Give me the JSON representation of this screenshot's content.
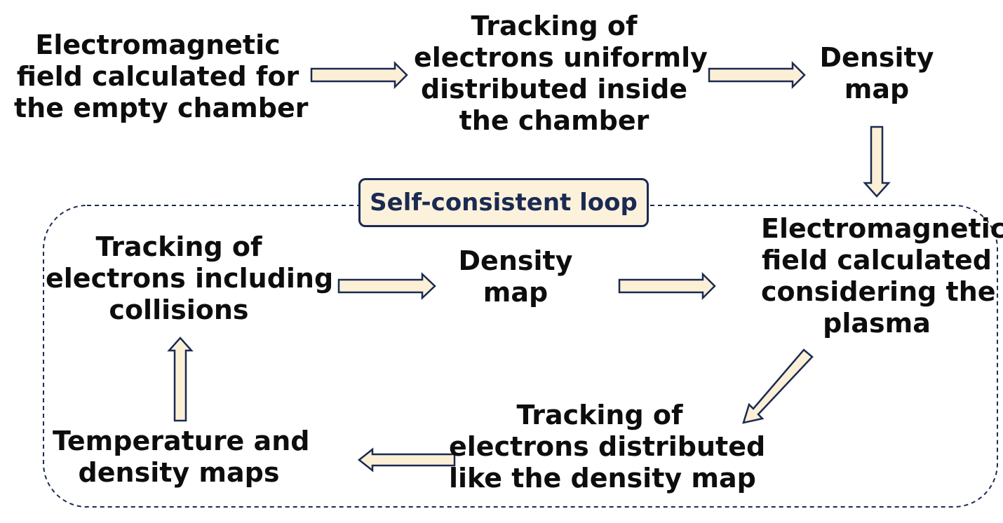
{
  "loop_label": "Self-consistent loop",
  "nodes": {
    "em_empty": [
      "Electromagnetic",
      "field calculated for",
      "the empty chamber"
    ],
    "tracking_uniform": [
      "Tracking of",
      "electrons uniformly",
      "distributed inside",
      "the chamber"
    ],
    "density_map_top": [
      "Density",
      "map"
    ],
    "em_plasma": [
      "Electromagnetic",
      "field calculated",
      "considering the",
      "plasma"
    ],
    "tracking_density": [
      "Tracking of",
      "electrons distributed",
      "like the density map"
    ],
    "temp_density": [
      "Temperature and",
      "density maps"
    ],
    "tracking_collisions": [
      "Tracking of",
      "electrons including",
      "collisions"
    ],
    "density_map_mid": [
      "Density",
      "map"
    ]
  },
  "colors": {
    "arrow_fill": "#fbf0d6",
    "arrow_stroke": "#1b2a52",
    "loop_border": "#1b2a52",
    "badge_fill": "#fcf2dc",
    "text": "#0d0d0d"
  }
}
